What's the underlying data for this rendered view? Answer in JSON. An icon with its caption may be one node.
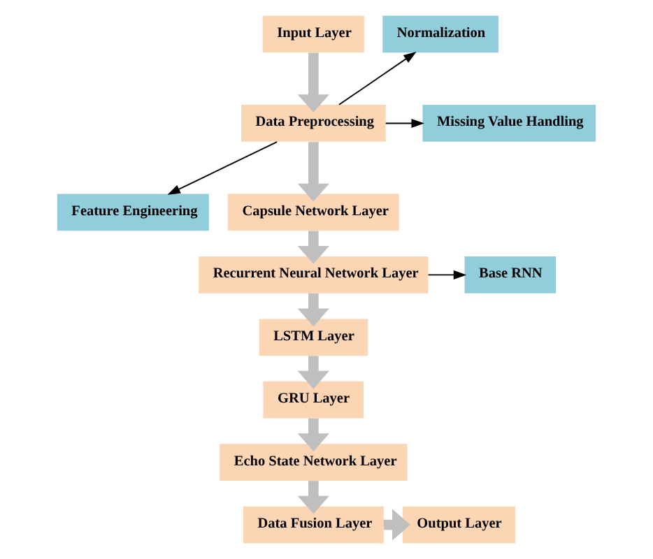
{
  "diagram": {
    "nodes": [
      {
        "text": [
          "Input Layer"
        ]
      },
      {
        "text": [
          "Data Preprocessing"
        ]
      },
      {
        "text": [
          "Normalization"
        ]
      },
      {
        "text": [
          "Missing Value Handling"
        ]
      },
      {
        "text": [
          "Feature Engineering"
        ]
      },
      {
        "text": [
          "Capsule Network Layer"
        ]
      },
      {
        "text": [
          "Recurrent Neural Network Layer"
        ]
      },
      {
        "text": [
          "Base RNN"
        ]
      },
      {
        "text": [
          "LSTM Layer"
        ]
      },
      {
        "text": [
          "GRU Layer"
        ]
      },
      {
        "text": [
          "Echo State Network Layer"
        ]
      },
      {
        "text": [
          "Data Fusion Layer"
        ]
      },
      {
        "text": [
          "Output Layer"
        ]
      }
    ],
    "edges": [
      {
        "from": 0,
        "to": 1,
        "arrow": "to"
      },
      {
        "from": 1,
        "to": 2,
        "arrow": "to",
        "color": "#000000"
      },
      {
        "from": 1,
        "to": 3,
        "arrow": "to",
        "color": "#000000"
      },
      {
        "from": 1,
        "to": 4,
        "arrow": "to",
        "color": "#000000"
      },
      {
        "from": 1,
        "to": 5,
        "arrow": "to"
      },
      {
        "from": 5,
        "to": 6,
        "arrow": "to"
      },
      {
        "from": 6,
        "to": 7,
        "arrow": "to",
        "color": "#000000"
      },
      {
        "from": 6,
        "to": 8,
        "arrow": "to"
      },
      {
        "from": 8,
        "to": 9,
        "arrow": "to"
      },
      {
        "from": 9,
        "to": 10,
        "arrow": "to"
      },
      {
        "from": 10,
        "to": 11,
        "arrow": "to"
      },
      {
        "from": 11,
        "to": 12,
        "arrow": "to"
      }
    ]
  }
}
